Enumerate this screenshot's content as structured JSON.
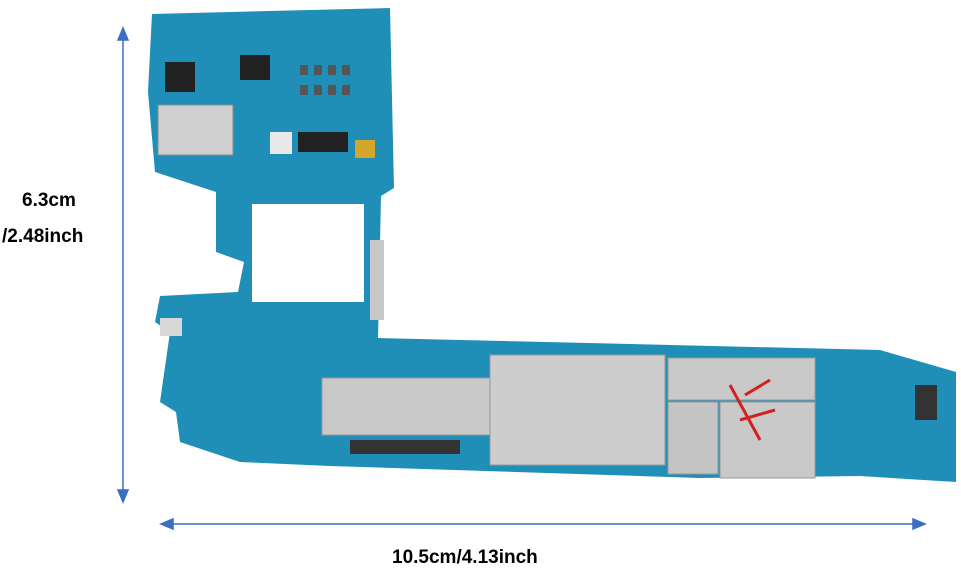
{
  "dimensions": {
    "height_cm": "6.3cm",
    "height_inch": "/2.48inch",
    "width": "10.5cm/4.13inch"
  },
  "colors": {
    "board": "#1f8fb8",
    "shield": "#c9c9c9",
    "arrow": "#3b6fc4"
  }
}
